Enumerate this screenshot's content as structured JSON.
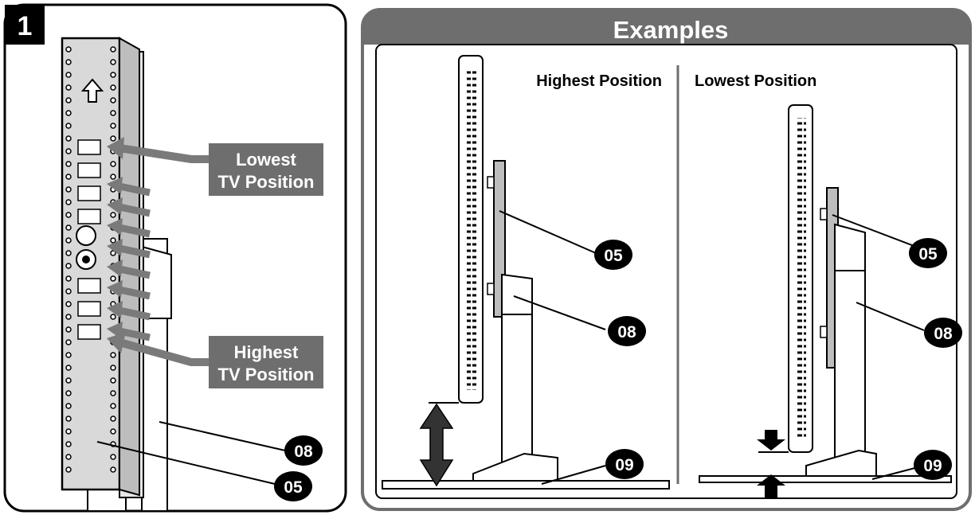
{
  "panel1": {
    "step_number": "1",
    "callouts": {
      "lowest": {
        "line1": "Lowest",
        "line2": "TV Position"
      },
      "highest": {
        "line1": "Highest",
        "line2": "TV Position"
      }
    },
    "part_badges": [
      "08",
      "05"
    ]
  },
  "panel2": {
    "header": "Examples",
    "highest_title": "Highest Position",
    "lowest_title": "Lowest Position",
    "left_badges": [
      "05",
      "08",
      "09"
    ],
    "right_badges": [
      "05",
      "08",
      "09"
    ]
  },
  "colors": {
    "header_bg": "#6e6e6e",
    "callout_bg": "#6e6e6e",
    "arrow_gray": "#7a7a7a",
    "column_fill": "#d9d9d9",
    "badge_fill": "#000000",
    "stroke": "#000000"
  },
  "icons": [
    "up-arrow-icon",
    "height-arrow-icon",
    "down-arrow-icon",
    "up-small-arrow-icon"
  ]
}
